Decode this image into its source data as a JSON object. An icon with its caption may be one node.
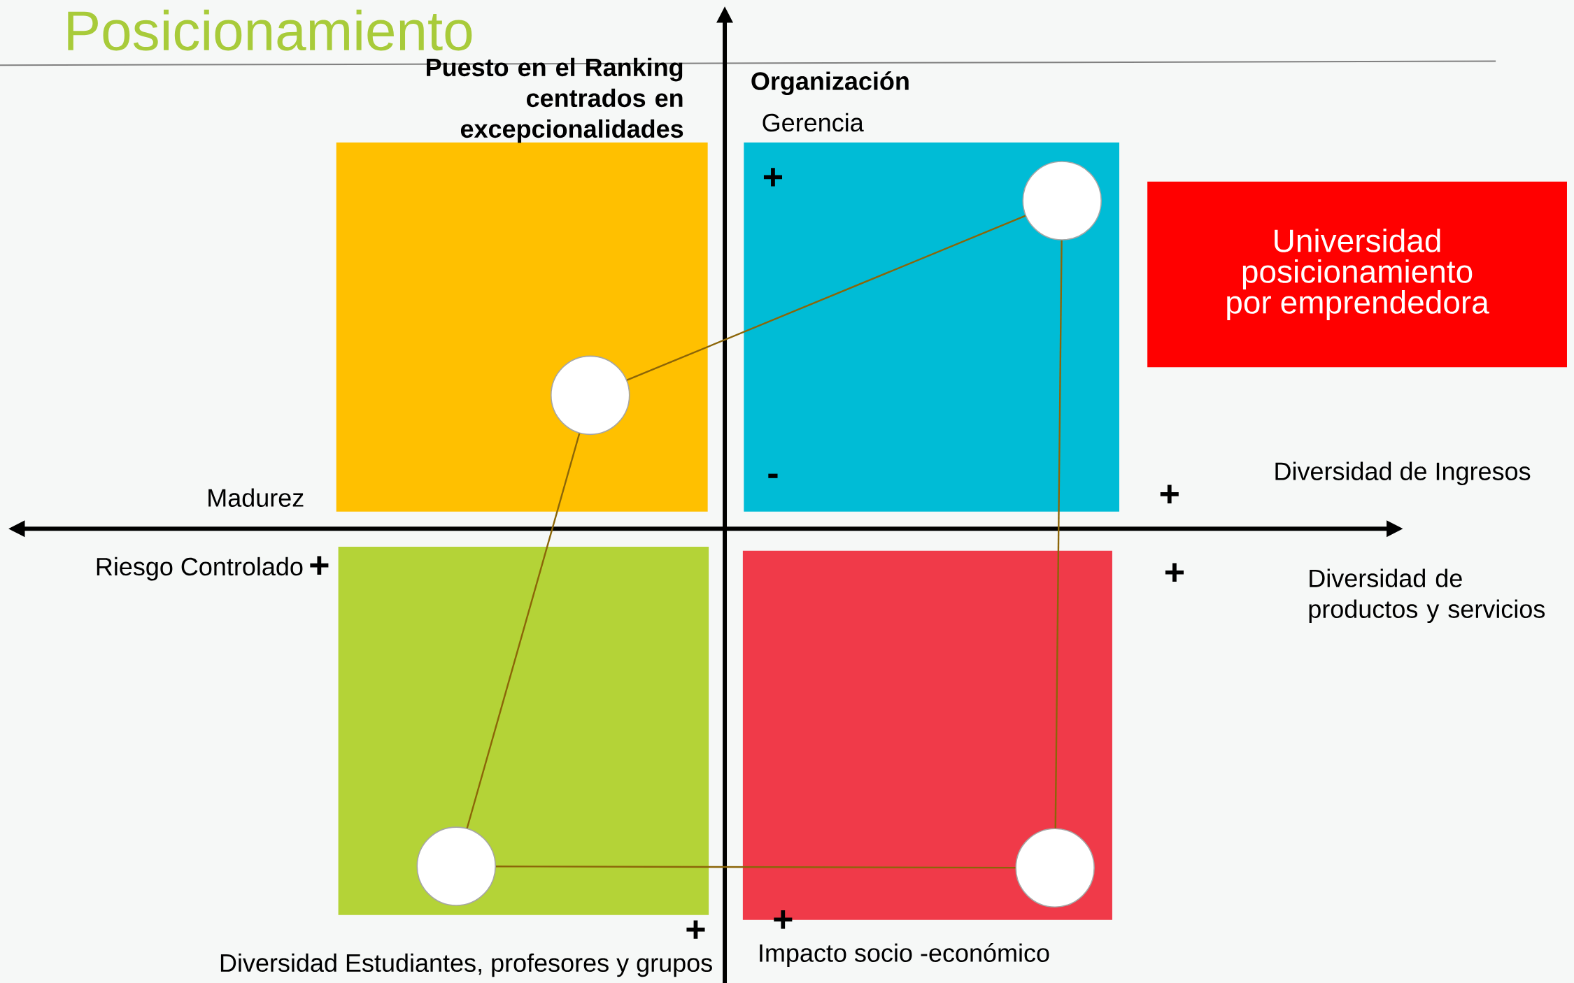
{
  "diagram": {
    "title": "Posicionamiento",
    "nodes": [
      {
        "text": [],
        "shape": "box"
      },
      {
        "text": [],
        "shape": "box"
      },
      {
        "text": [
          "Universidad posicionamiento por emprendedora"
        ]
      },
      {
        "text": [],
        "shape": "box"
      },
      {
        "text": [],
        "shape": "box"
      },
      {
        "text": [],
        "shape": "circle",
        "in": 1
      },
      {
        "text": [],
        "shape": "circle",
        "in": 0
      },
      {
        "text": [],
        "shape": "circle",
        "in": 3
      },
      {
        "text": [],
        "shape": "circle",
        "in": 4
      }
    ],
    "edges": [
      {
        "from": 5,
        "to": 6,
        "arrow": "none"
      },
      {
        "from": 6,
        "to": 7,
        "arrow": "none"
      },
      {
        "from": 7,
        "to": 8,
        "arrow": "none"
      },
      {
        "from": 8,
        "to": 5,
        "arrow": "none"
      }
    ],
    "labels": [
      "Puesto en el Ranking centrados en excepcionalidades",
      "Organización",
      "Gerencia",
      "+",
      "-",
      "Diversidad de Ingresos",
      "Madurez",
      "+",
      "Riesgo Controlado",
      "+",
      "+",
      "Diversidad de productos y servicios",
      "+",
      "+",
      "Impacto socio -económico",
      "Diversidad Estudiantes, profesores  y grupos"
    ]
  }
}
